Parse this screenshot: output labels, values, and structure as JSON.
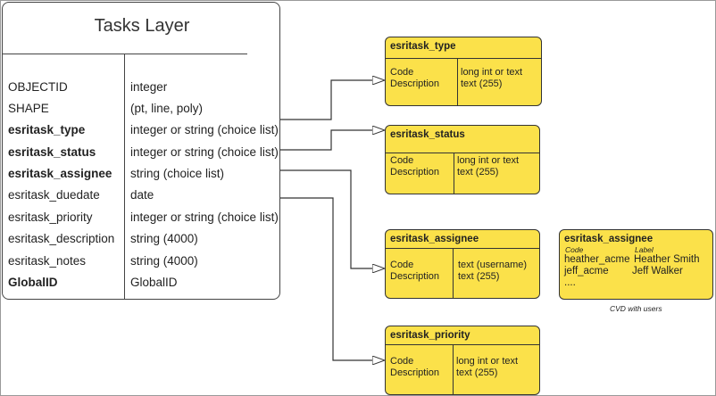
{
  "main_table": {
    "title": "Tasks Layer",
    "fields": [
      {
        "name": "OBJECTID",
        "type": "integer",
        "bold": false
      },
      {
        "name": "SHAPE",
        "type": "(pt, line, poly)",
        "bold": false
      },
      {
        "name": "esritask_type",
        "type": "integer or string (choice list)",
        "bold": true
      },
      {
        "name": "esritask_status",
        "type": "integer or string (choice list)",
        "bold": true
      },
      {
        "name": "esritask_assignee",
        "type": "string (choice list)",
        "bold": true
      },
      {
        "name": "esritask_duedate",
        "type": "date",
        "bold": false
      },
      {
        "name": "esritask_priority",
        "type": "integer or string (choice list)",
        "bold": false
      },
      {
        "name": "esritask_description",
        "type": "string (4000)",
        "bold": false
      },
      {
        "name": "esritask_notes",
        "type": "string (4000)",
        "bold": false
      },
      {
        "name": "GlobalID",
        "type": "GlobalID",
        "bold": true
      }
    ]
  },
  "domains": {
    "type": {
      "title": "esritask_type",
      "col1": [
        "Code",
        "Description"
      ],
      "col2": [
        "long int or text",
        "text (255)"
      ]
    },
    "status": {
      "title": "esritask_status",
      "col1": [
        "Code",
        "Description"
      ],
      "col2": [
        "long int or text",
        "text (255)"
      ]
    },
    "assignee": {
      "title": "esritask_assignee",
      "col1": [
        "Code",
        "Description"
      ],
      "col2": [
        "text  (username)",
        "text (255)"
      ]
    },
    "priority": {
      "title": "esritask_priority",
      "col1": [
        "Code",
        "Description"
      ],
      "col2": [
        "long int or text",
        "text (255)"
      ]
    }
  },
  "cvd": {
    "title": "esritask_assignee",
    "code_header": "Code",
    "label_header": "Label",
    "rows": [
      {
        "code": "heather_acme",
        "label": "Heather Smith"
      },
      {
        "code": "jeff_acme",
        "label": "Jeff Walker"
      },
      {
        "code": "....",
        "label": ""
      }
    ],
    "caption": "CVD with users"
  },
  "colors": {
    "domain_fill": "#fbe14a",
    "stroke": "#333333"
  }
}
